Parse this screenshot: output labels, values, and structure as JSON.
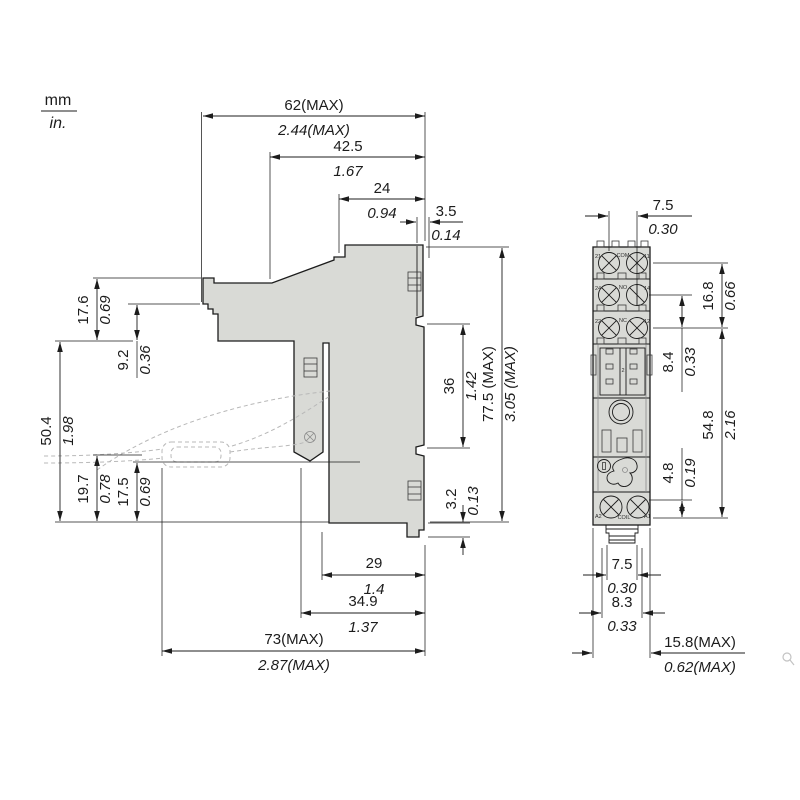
{
  "legend": {
    "mm_label": "mm",
    "in_label": "in."
  },
  "colors": {
    "background": "#ffffff",
    "body_fill": "#d9dad6",
    "outline": "#1c1c1c",
    "hidden_line": "#b8b8b8"
  },
  "side_view": {
    "dims": {
      "w62": {
        "mm": "62(MAX)",
        "inch": "2.44(MAX)"
      },
      "w42_5": {
        "mm": "42.5",
        "inch": "1.67"
      },
      "w24": {
        "mm": "24",
        "inch": "0.94"
      },
      "w3_5": {
        "mm": "3.5",
        "inch": "0.14"
      },
      "h17_6": {
        "mm": "17.6",
        "inch": "0.69"
      },
      "h9_2": {
        "mm": "9.2",
        "inch": "0.36"
      },
      "h50_4": {
        "mm": "50.4",
        "inch": "1.98"
      },
      "h19_7": {
        "mm": "19.7",
        "inch": "0.78"
      },
      "h17_5": {
        "mm": "17.5",
        "inch": "0.69"
      },
      "h36": {
        "mm": "36",
        "inch": "1.42"
      },
      "h77_5": {
        "mm": "77.5 (MAX)",
        "inch": "3.05 (MAX)"
      },
      "h3_2": {
        "mm": "3.2",
        "inch": "0.13"
      },
      "w29": {
        "mm": "29",
        "inch": "1.4"
      },
      "w34_9": {
        "mm": "34.9",
        "inch": "1.37"
      },
      "w73": {
        "mm": "73(MAX)",
        "inch": "2.87(MAX)"
      }
    }
  },
  "front_view": {
    "dims": {
      "w7_5_top": {
        "mm": "7.5",
        "inch": "0.30"
      },
      "h16_8": {
        "mm": "16.8",
        "inch": "0.66"
      },
      "h8_4": {
        "mm": "8.4",
        "inch": "0.33"
      },
      "h54_8": {
        "mm": "54.8",
        "inch": "2.16"
      },
      "h4_8": {
        "mm": "4.8",
        "inch": "0.19"
      },
      "w7_5_bot": {
        "mm": "7.5",
        "inch": "0.30"
      },
      "w8_3": {
        "mm": "8.3",
        "inch": "0.33"
      },
      "w15_8": {
        "mm": "15.8(MAX)",
        "inch": "0.62(MAX)"
      }
    },
    "terminals": {
      "row1_left": "21",
      "row1_center": "COM",
      "row1_right": "11",
      "row2_left": "24",
      "row2_center": "NO",
      "row2_right": "14",
      "row3_left": "22",
      "row3_center": "NC",
      "row3_right": "12",
      "coil_left": "A2",
      "coil_center": "COIL",
      "coil_right": "A1",
      "center_pin": "2"
    }
  }
}
